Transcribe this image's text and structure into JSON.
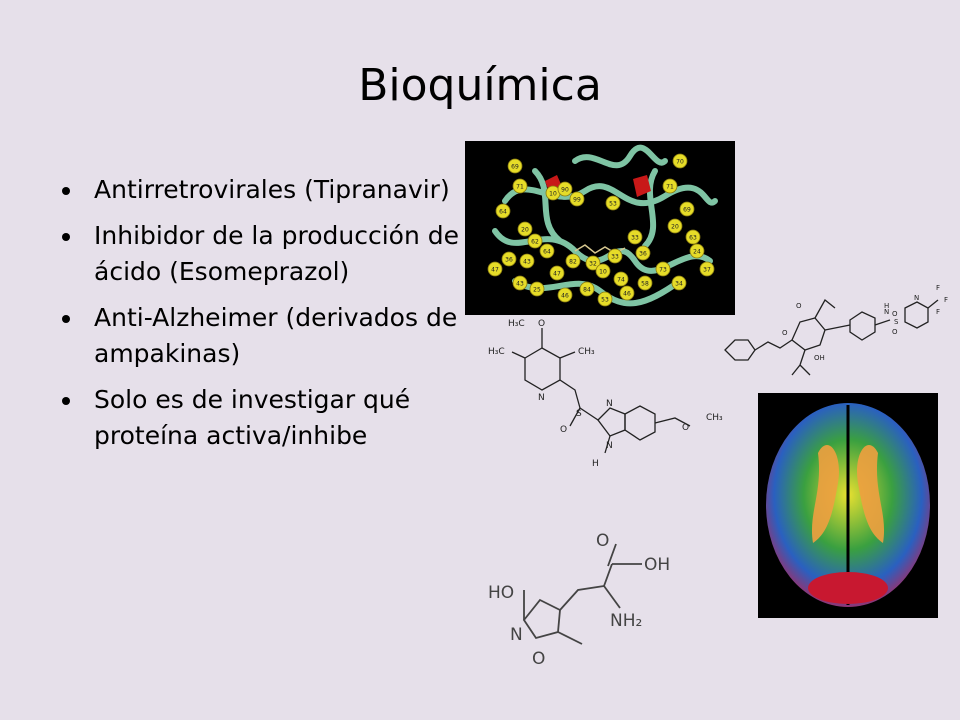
{
  "slide": {
    "title": "Bioquímica",
    "bullets": [
      "Antirretrovirales (Tipranavir)",
      "Inhibidor de la producción de ácido (Esomeprazol)",
      "Anti-Alzheimer (derivados de ampakinas)",
      "Solo es de investigar qué proteína activa/inhibe"
    ]
  },
  "figures": {
    "protein": {
      "icon": "protease-structure-icon",
      "labels": [
        "69",
        "71",
        "10",
        "99",
        "90",
        "53",
        "64",
        "20",
        "62",
        "64",
        "71",
        "20",
        "33",
        "36",
        "37",
        "24",
        "82",
        "32",
        "47",
        "33",
        "43",
        "25",
        "46",
        "84",
        "10",
        "74",
        "58",
        "73",
        "34",
        "46",
        "53",
        "70",
        "69",
        "63",
        "43",
        "47",
        "36"
      ]
    },
    "tipranavir": {
      "icon": "tipranavir-structure-icon",
      "atoms": [
        "O",
        "O",
        "OH",
        "N",
        "H",
        "S",
        "O",
        "O",
        "N",
        "F",
        "F",
        "F"
      ]
    },
    "esomeprazole": {
      "icon": "esomeprazole-structure-icon",
      "atoms": [
        "H₃C",
        "O",
        "H₃C",
        "CH₃",
        "N",
        "S",
        "O",
        "N",
        "N",
        "H",
        "O",
        "CH₃"
      ]
    },
    "brain": {
      "icon": "brain-tractography-icon"
    },
    "ampa": {
      "icon": "ampa-structure-icon",
      "atoms": [
        "O",
        "OH",
        "HO",
        "NH₂",
        "N",
        "O"
      ]
    }
  }
}
